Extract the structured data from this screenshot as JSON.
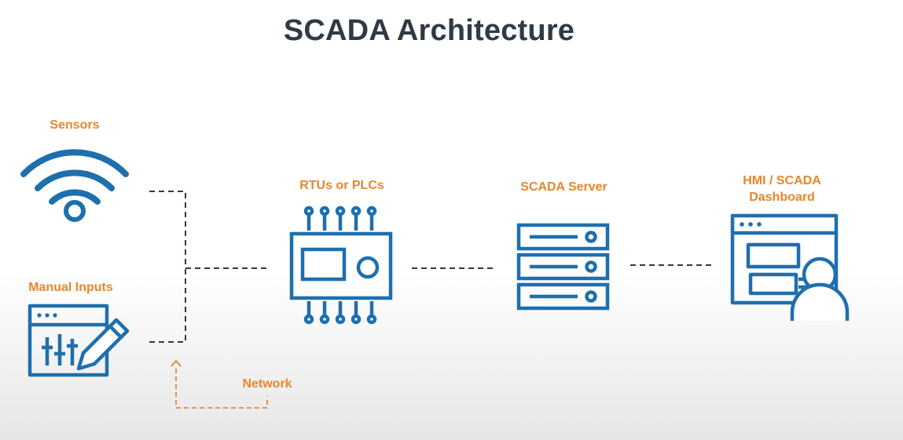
{
  "title": "SCADA Architecture",
  "nodes": {
    "sensors": "Sensors",
    "manual_inputs": "Manual Inputs",
    "rtus": "RTUs or PLCs",
    "server": "SCADA Server",
    "hmi_line1": "HMI / SCADA",
    "hmi_line2": "Dashboard"
  },
  "network_label": "Network",
  "icons": {
    "sensors": "wifi-signal-icon",
    "manual_inputs": "control-panel-pencil-icon",
    "rtus": "circuit-chip-icon",
    "server": "server-rack-icon",
    "hmi": "dashboard-user-icon"
  },
  "colors": {
    "icon": "#1e6fae",
    "label": "#e8862d",
    "connector": "#2c3b4a",
    "title": "#2f3a46"
  }
}
